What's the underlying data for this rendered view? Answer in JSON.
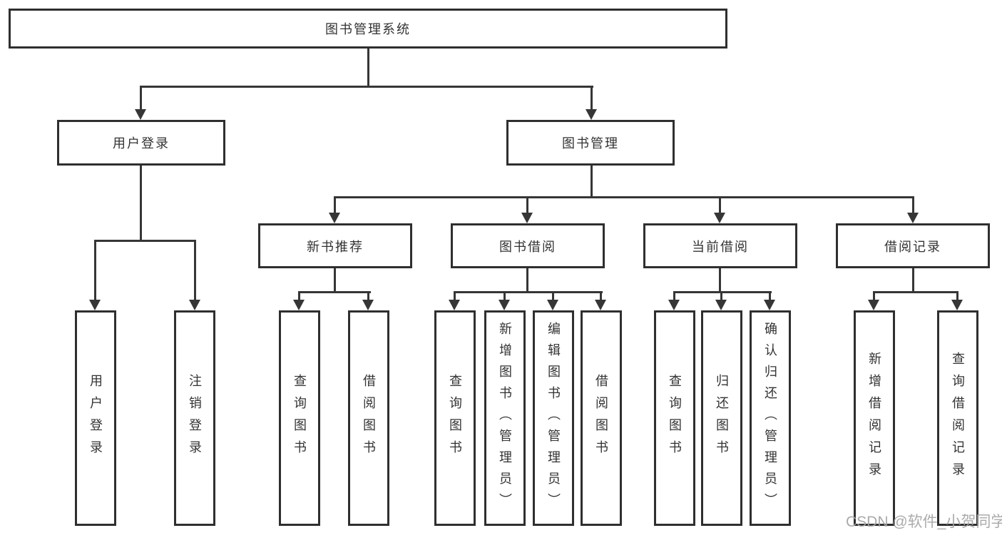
{
  "tree": {
    "label": "图书管理系统",
    "children": [
      {
        "label": "用户登录",
        "children": [
          {
            "label": "用户登录"
          },
          {
            "label": "注销登录"
          }
        ]
      },
      {
        "label": "图书管理",
        "children": [
          {
            "label": "新书推荐",
            "children": [
              {
                "label": "查询图书"
              },
              {
                "label": "借阅图书"
              }
            ]
          },
          {
            "label": "图书借阅",
            "children": [
              {
                "label": "查询图书"
              },
              {
                "label": "新增图书（管理员）"
              },
              {
                "label": "编辑图书（管理员）"
              },
              {
                "label": "借阅图书"
              }
            ]
          },
          {
            "label": "当前借阅",
            "children": [
              {
                "label": "查询图书"
              },
              {
                "label": "归还图书"
              },
              {
                "label": "确认归还（管理员）"
              }
            ]
          },
          {
            "label": "借阅记录",
            "children": [
              {
                "label": "新增借阅记录"
              },
              {
                "label": "查询借阅记录"
              }
            ]
          }
        ]
      }
    ]
  },
  "watermark": {
    "text": "CSDN @软件_小贺同学"
  },
  "colors": {
    "line": "#363636",
    "border": "#2f2f2f",
    "text": "#333333",
    "background": "#ffffff",
    "watermark": "#a4a4a4"
  }
}
